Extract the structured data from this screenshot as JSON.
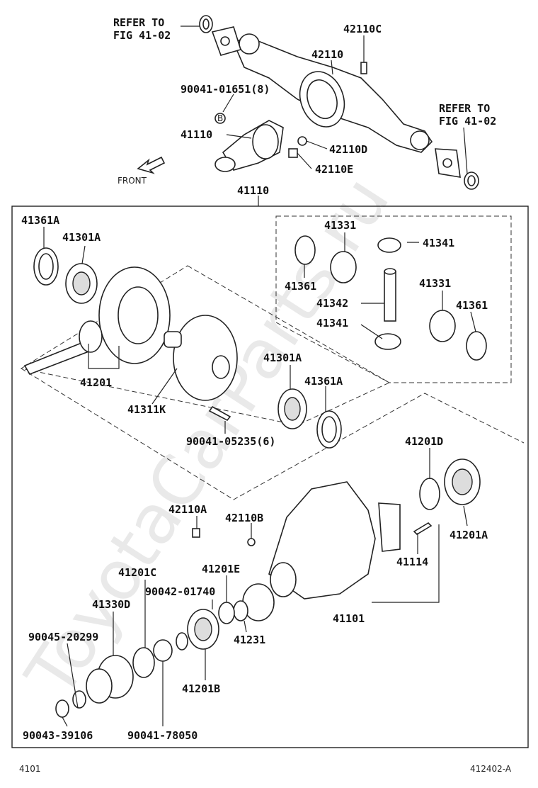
{
  "watermark": "ToyotaCarParts.ru",
  "footer": {
    "left": "4101",
    "right": "412402-A"
  },
  "front_label": "FRONT",
  "callouts": [
    {
      "id": "refer-top",
      "text": "REFER TO"
    },
    {
      "id": "refer-top-fig",
      "text": "FIG 41-02"
    },
    {
      "id": "c-42110c",
      "text": "42110C"
    },
    {
      "id": "c-42110",
      "text": "42110"
    },
    {
      "id": "c-90041-01651",
      "text": "90041-01651(8)"
    },
    {
      "id": "c-41110-top",
      "text": "41110"
    },
    {
      "id": "c-42110d",
      "text": "42110D"
    },
    {
      "id": "c-42110e",
      "text": "42110E"
    },
    {
      "id": "refer-right",
      "text": "REFER TO"
    },
    {
      "id": "refer-right-fig",
      "text": "FIG 41-02"
    },
    {
      "id": "c-41110-box",
      "text": "41110"
    },
    {
      "id": "c-41361a-1",
      "text": "41361A"
    },
    {
      "id": "c-41301a-1",
      "text": "41301A"
    },
    {
      "id": "c-41331-1",
      "text": "41331"
    },
    {
      "id": "c-41341-1",
      "text": "41341"
    },
    {
      "id": "c-41361-1",
      "text": "41361"
    },
    {
      "id": "c-41331-2",
      "text": "41331"
    },
    {
      "id": "c-41342",
      "text": "41342"
    },
    {
      "id": "c-41361-2",
      "text": "41361"
    },
    {
      "id": "c-41341-2",
      "text": "41341"
    },
    {
      "id": "c-41201",
      "text": "41201"
    },
    {
      "id": "c-41311k",
      "text": "41311K"
    },
    {
      "id": "c-41301a-2",
      "text": "41301A"
    },
    {
      "id": "c-41361a-2",
      "text": "41361A"
    },
    {
      "id": "c-90041-05235",
      "text": "90041-05235(6)"
    },
    {
      "id": "c-41201d",
      "text": "41201D"
    },
    {
      "id": "c-42110a",
      "text": "42110A"
    },
    {
      "id": "c-42110b",
      "text": "42110B"
    },
    {
      "id": "c-41201a",
      "text": "41201A"
    },
    {
      "id": "c-41114",
      "text": "41114"
    },
    {
      "id": "c-41201c",
      "text": "41201C"
    },
    {
      "id": "c-41201e",
      "text": "41201E"
    },
    {
      "id": "c-90042-01740",
      "text": "90042-01740"
    },
    {
      "id": "c-41330d",
      "text": "41330D"
    },
    {
      "id": "c-41101",
      "text": "41101"
    },
    {
      "id": "c-90045-20299",
      "text": "90045-20299"
    },
    {
      "id": "c-41231",
      "text": "41231"
    },
    {
      "id": "c-41201b",
      "text": "41201B"
    },
    {
      "id": "c-90043-39106",
      "text": "90043-39106"
    },
    {
      "id": "c-90041-78050",
      "text": "90041-78050"
    }
  ],
  "bolt_marker": "B"
}
